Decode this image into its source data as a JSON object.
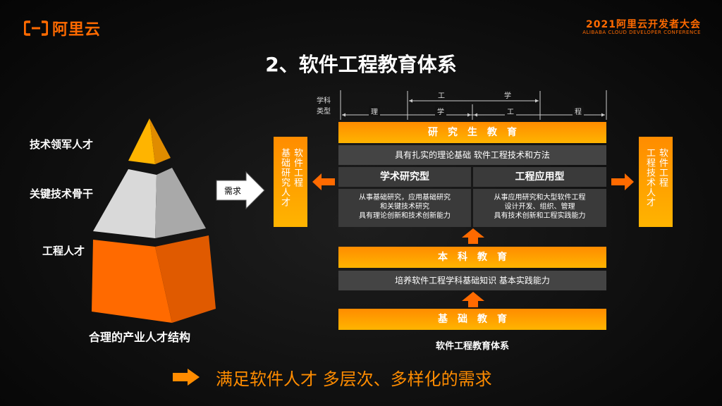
{
  "brand": {
    "logo_text": "阿里云",
    "conference_title": "2021阿里云开发者大会",
    "conference_subtitle": "ALIBABA CLOUD DEVELOPER CONFERENCE"
  },
  "slide_title": "2、软件工程教育体系",
  "pyramid": {
    "levels": [
      "技术领军人才",
      "关键技术骨干",
      "工程人才"
    ],
    "caption": "合理的产业人才结构",
    "arrow_label": "需求"
  },
  "axis": {
    "category_label_line1": "学科",
    "category_label_line2": "类型",
    "top_labels": [
      "工",
      "学"
    ],
    "bottom_labels": [
      "理",
      "学",
      "工",
      "程"
    ]
  },
  "left_box": {
    "col1": "基础研究人才",
    "col2": "软件工程"
  },
  "right_box": {
    "col1": "工程技术人才",
    "col2": "软件工程"
  },
  "graduate": {
    "title": "研　究　生　教　育",
    "subtitle": "具有扎实的理论基础 软件工程技术和方法",
    "academic": {
      "title": "学术研究型",
      "lines": [
        "从事基础研究，应用基础研究",
        "和关键技术研究",
        "具有理论创新和技术创新能力"
      ]
    },
    "applied": {
      "title": "工程应用型",
      "lines": [
        "从事应用研究和大型软件工程",
        "设计开发、组织、管理",
        "具有技术创新和工程实践能力"
      ]
    }
  },
  "undergrad": {
    "title": "本　科　教　育",
    "subtitle": "培养软件工程学科基础知识 基本实践能力"
  },
  "foundation": {
    "title": "基　础　教　育",
    "caption": "软件工程教育体系"
  },
  "footer": {
    "text": "满足软件人才 多层次、多样化的需求"
  },
  "colors": {
    "accent": "#ff6a00",
    "orange": "#ff8c00",
    "gold": "#ffb400",
    "gray": "#444444"
  }
}
